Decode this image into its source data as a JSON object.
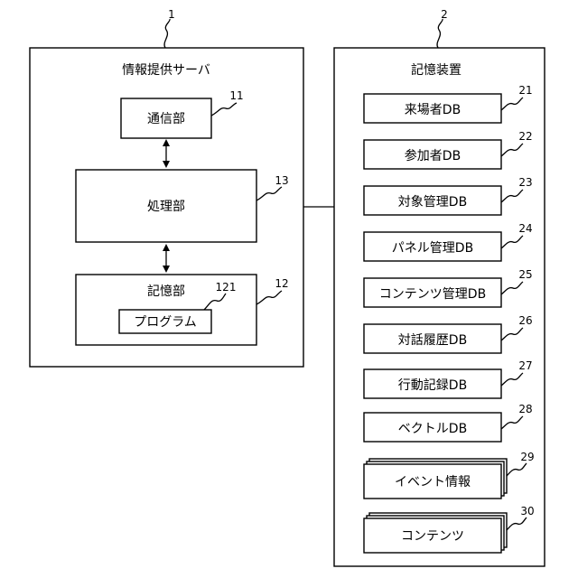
{
  "server": {
    "ref": "1",
    "title": "情報提供サーバ",
    "comm": {
      "ref": "11",
      "label": "通信部"
    },
    "proc": {
      "ref": "13",
      "label": "処理部"
    },
    "storage": {
      "ref": "12",
      "label": "記憶部"
    },
    "program": {
      "ref": "121",
      "label": "プログラム"
    }
  },
  "device": {
    "ref": "2",
    "title": "記憶装置",
    "items": [
      {
        "ref": "21",
        "label": "来場者DB"
      },
      {
        "ref": "22",
        "label": "参加者DB"
      },
      {
        "ref": "23",
        "label": "対象管理DB"
      },
      {
        "ref": "24",
        "label": "パネル管理DB"
      },
      {
        "ref": "25",
        "label": "コンテンツ管理DB"
      },
      {
        "ref": "26",
        "label": "対話履歴DB"
      },
      {
        "ref": "27",
        "label": "行動記録DB"
      },
      {
        "ref": "28",
        "label": "ベクトルDB"
      },
      {
        "ref": "29",
        "label": "イベント情報"
      },
      {
        "ref": "30",
        "label": "コンテンツ"
      }
    ]
  }
}
